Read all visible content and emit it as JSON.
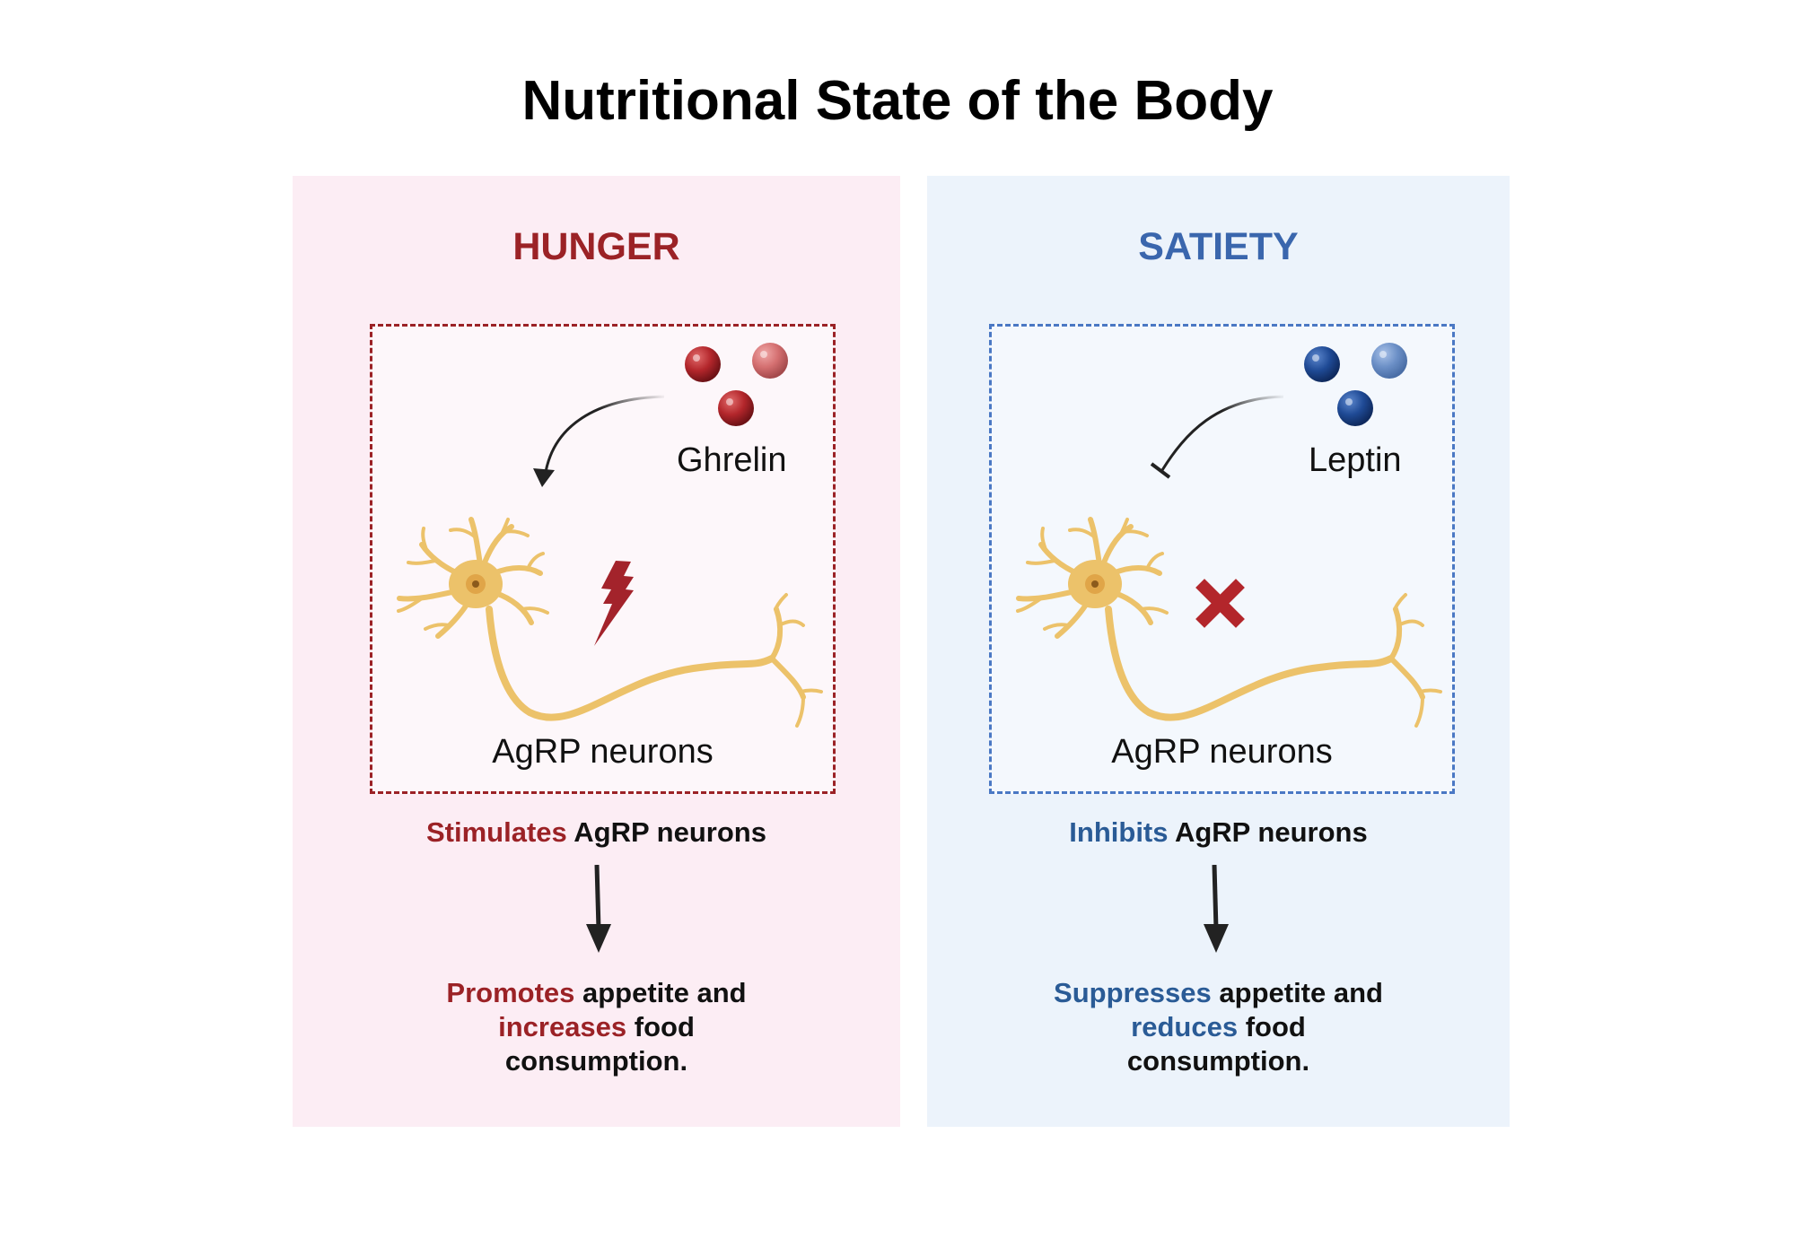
{
  "title": "Nutritional State of the Body",
  "hunger": {
    "heading": "HUNGER",
    "hormone": "Ghrelin",
    "neuron_label": "AgRP neurons",
    "effect_verb": "Stimulates",
    "effect_rest": " AgRP neurons",
    "outcome": {
      "verb1": "Promotes",
      "text1": " appetite and",
      "verb2": "increases",
      "text2": " food",
      "text3": "consumption."
    },
    "icon": "lightning-bolt-icon",
    "accent_color": "#9b2226",
    "background_color": "#fcedf4"
  },
  "satiety": {
    "heading": "SATIETY",
    "hormone": "Leptin",
    "neuron_label": "AgRP neurons",
    "effect_verb": "Inhibits",
    "effect_rest": " AgRP neurons",
    "outcome": {
      "verb1": "Suppresses",
      "text1": " appetite and",
      "verb2": "reduces",
      "text2": " food",
      "text3": "consumption."
    },
    "icon": "x-mark-icon",
    "accent_color": "#3a66ad",
    "background_color": "#ecf3fb"
  }
}
